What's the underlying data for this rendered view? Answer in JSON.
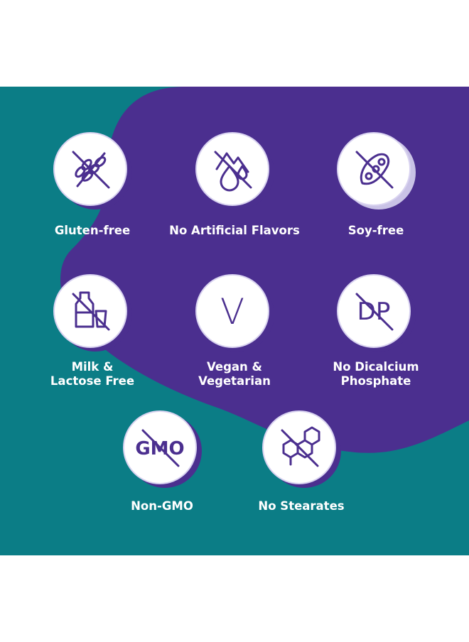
{
  "colors": {
    "teal": "#0b7d86",
    "purple": "#4b2f8f",
    "icon": "#4b2f8f",
    "text": "#ffffff"
  },
  "features": [
    {
      "icon": "wheat-crossed-icon",
      "lines": [
        "Gluten-free"
      ]
    },
    {
      "icon": "flavor-drop-crossed-icon",
      "lines": [
        "No Artificial Flavors"
      ]
    },
    {
      "icon": "soybean-crossed-icon",
      "lines": [
        "Soy-free"
      ]
    },
    {
      "icon": "milk-bottle-crossed-icon",
      "lines": [
        "Milk &",
        "Lactose Free"
      ]
    },
    {
      "icon": "vegan-v-icon",
      "lines": [
        "Vegan &",
        "Vegetarian"
      ]
    },
    {
      "icon": "dp-crossed-icon",
      "lines": [
        "No Dicalcium",
        "Phosphate"
      ]
    },
    {
      "icon": "gmo-crossed-icon",
      "lines": [
        "Non-GMO"
      ]
    },
    {
      "icon": "molecule-crossed-icon",
      "lines": [
        "No Stearates"
      ]
    }
  ],
  "icon_text": {
    "vegan": "V",
    "dp": "DP",
    "gmo": "GMO"
  }
}
